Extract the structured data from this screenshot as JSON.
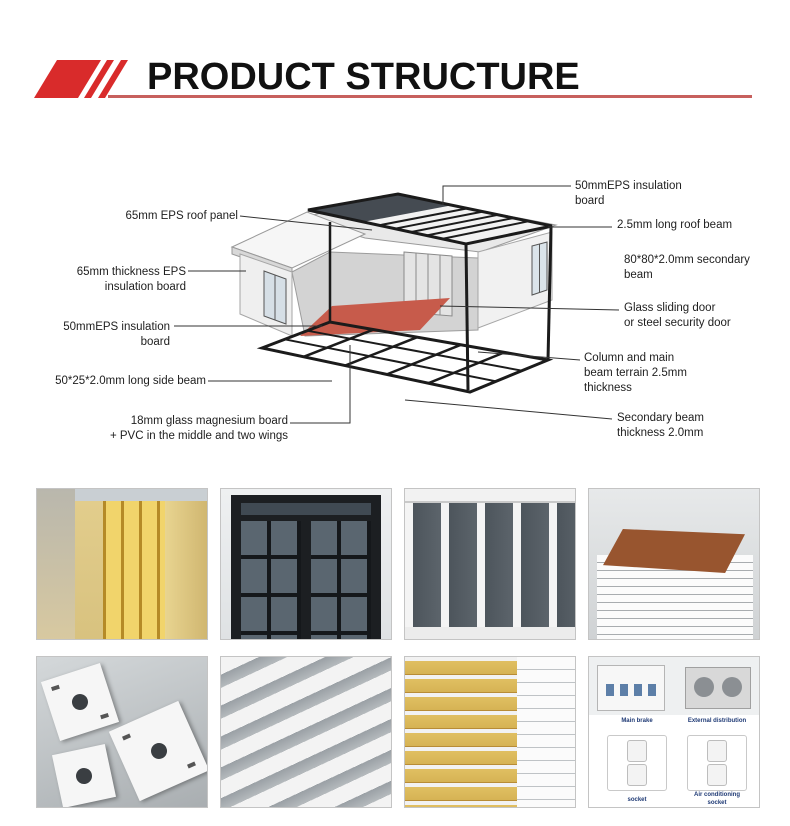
{
  "header": {
    "title": "PRODUCT STRUCTURE"
  },
  "colors": {
    "accent": "#d92b2b",
    "rule": "#c7605d",
    "roof_panel": "#454b52",
    "floor": "#c75b4b",
    "frame": "#1b1b1b"
  },
  "diagram": {
    "roof_insulation": [
      "50mmEPS insulation",
      "board"
    ],
    "roof_panel": [
      "65mm EPS roof panel"
    ],
    "roof_beam": [
      "2.5mm long roof beam"
    ],
    "secondary_beam": [
      "80*80*2.0mm secondary",
      "beam"
    ],
    "wall_insulation": [
      "65mm thickness EPS",
      "insulation board"
    ],
    "door": [
      "Glass sliding door",
      "or steel security door"
    ],
    "floor_insulation": [
      "50mmEPS insulation",
      "board"
    ],
    "column": [
      "Column and main",
      "beam terrain 2.5mm",
      "thickness"
    ],
    "side_beam": [
      "50*25*2.0mm long side beam"
    ],
    "floor_board": [
      "18mm glass magnesium board",
      "+ PVC in the middle and two wings"
    ],
    "secondary_thickness": [
      "Secondary beam",
      "thickness 2.0mm"
    ]
  },
  "photos": {
    "electrical": {
      "main_brake": "Main brake",
      "external_distribution": "External distribution",
      "socket": "socket",
      "ac_socket": [
        "Air conditioning",
        "socket"
      ]
    }
  }
}
